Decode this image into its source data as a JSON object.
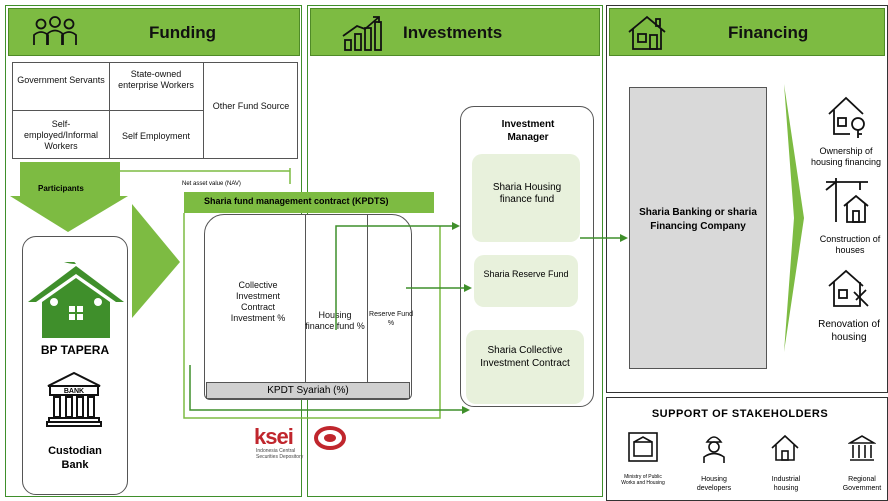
{
  "colors": {
    "brand_green": "#7dbb42",
    "dark_green": "#3f8f2b",
    "grey_box": "#d9d9d9",
    "light_green": "#e8f1dc"
  },
  "funding": {
    "title": "Funding",
    "participants_grid": [
      "Government Servants",
      "State-owned enterprise Workers",
      "Other Fund Source",
      "Self-employed/Informal Workers",
      "Self Employment"
    ],
    "participants_label": "Participants",
    "nav_label": "Net asset value (NAV)",
    "bp_tapera": "BP TAPERA",
    "bank_sign": "BANK",
    "custodian_bank": "Custodian Bank"
  },
  "investments": {
    "title": "Investments",
    "kpdts_header": "Sharia fund management contract (KPDTS)",
    "col_collective": "Collective Investment Contract Investment %",
    "col_housing": "Housing finance fund %",
    "col_reserve": "Reserve Fund %",
    "kpdt_bar": "KPDT Syariah (%)",
    "ksei_logo": "ksei",
    "ksei_caption": "Indonesia Central Securities Depository",
    "manager_title": "Investment Manager",
    "fund_housing": "Sharia Housing finance fund",
    "fund_reserve": "Sharia Reserve Fund",
    "fund_collective": "Sharia Collective Investment Contract"
  },
  "financing": {
    "title": "Financing",
    "bank_box": "Sharia Banking or sharia Financing Company",
    "uses": [
      {
        "icon": "house-key-icon",
        "label": "Ownership of housing financing"
      },
      {
        "icon": "crane-house-icon",
        "label": "Construction of houses"
      },
      {
        "icon": "house-tools-icon",
        "label": "Renovation of housing"
      }
    ]
  },
  "support": {
    "title": "SUPPORT OF STAKEHOLDERS",
    "stakeholders": [
      {
        "icon": "ministry-building-icon",
        "label": "Ministry of Public Works and Housing"
      },
      {
        "icon": "developer-worker-icon",
        "label": "Housing developers"
      },
      {
        "icon": "industrial-house-icon",
        "label": "Industrial housing"
      },
      {
        "icon": "government-building-icon",
        "label": "Regional Government"
      }
    ]
  }
}
